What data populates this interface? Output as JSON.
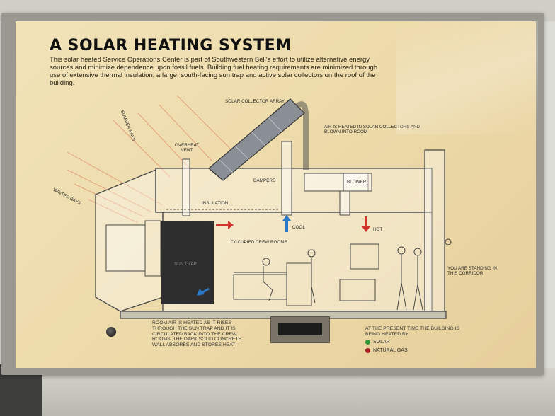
{
  "sign": {
    "title": "A SOLAR HEATING SYSTEM",
    "intro": "This solar heated Service Operations Center is part of Southwestern Bell's effort to utilize alternative energy sources and minimize dependence upon fossil fuels. Building fuel heating requirements are minimized through use of extensive thermal insulation, a large, south-facing sun trap and active solar collectors on the roof of the building."
  },
  "diagram_labels": {
    "solar_collector_array": "SOLAR COLLECTOR ARRAY",
    "air_heated": "AIR IS HEATED IN SOLAR COLLECTORS AND BLOWN INTO ROOM",
    "summer_rays": "SUMMER RAYS",
    "winter_rays": "WINTER RAYS",
    "overheat_vent": "OVERHEAT VENT",
    "dampers": "DAMPERS",
    "blower": "BLOWER",
    "insulation": "INSULATION",
    "cool": "COOL",
    "hot": "HOT",
    "occupied_crew_rooms": "OCCUPIED CREW ROOMS",
    "sun_trap": "SUN TRAP",
    "you_are_standing": "YOU ARE STANDING IN THIS CORRIDOR"
  },
  "bottom": {
    "room_air_caption": "ROOM AIR IS HEATED AS IT RISES THROUGH THE SUN TRAP AND IT IS CIRCULATED BACK INTO THE CREW ROOMS. THE DARK SOLID CONCRETE WALL ABSORBS AND STORES HEAT",
    "present_time": "AT THE PRESENT TIME THE BUILDING IS BEING HEATED BY",
    "solar": "SOLAR",
    "natural_gas": "NATURAL GAS"
  },
  "colors": {
    "panel": "#ecd9a8",
    "arrow_red": "#d0342c",
    "arrow_blue": "#2a78c8",
    "building_line": "#4a4a4a",
    "sun_trap_wall": "#2e2e2e",
    "solar_lamp": "#2f9a3a",
    "gas_lamp": "#a32020"
  }
}
